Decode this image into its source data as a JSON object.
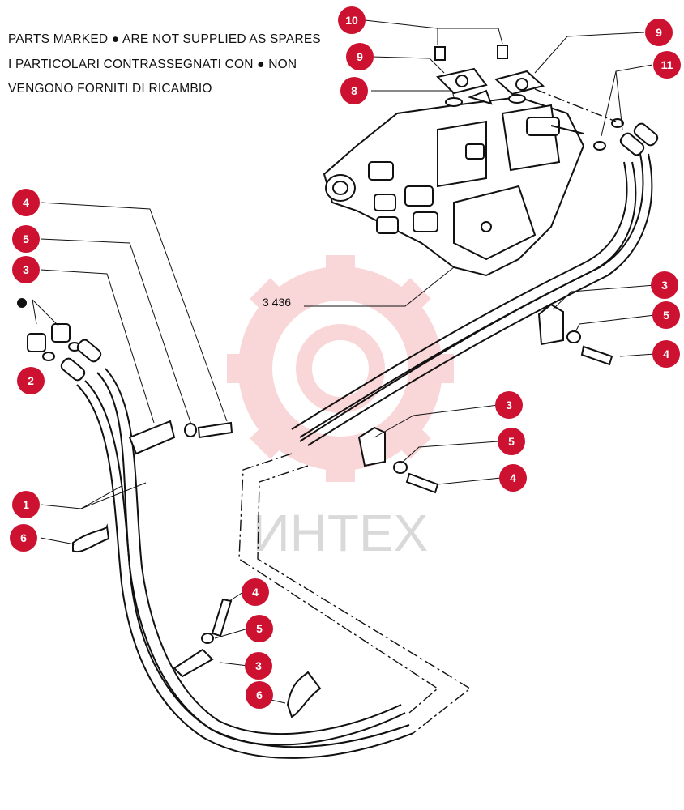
{
  "notes": {
    "line1": "PARTS MARKED ● ARE NOT SUPPLIED AS SPARES",
    "line2": "I  PARTICOLARI CONTRASSEGNATI CON  ●  NON",
    "line3": "VENGONO FORNITI DI RICAMBIO"
  },
  "reference": "3 436",
  "watermark": {
    "text": "ИНТЕХ",
    "color": "#e8474f"
  },
  "colors": {
    "badge": "#cc1230",
    "badge_text": "#ffffff",
    "line": "#111111"
  },
  "callouts": [
    {
      "num": "10"
    },
    {
      "num": "9"
    },
    {
      "num": "9"
    },
    {
      "num": "8"
    },
    {
      "num": "11"
    },
    {
      "num": "4"
    },
    {
      "num": "5"
    },
    {
      "num": "3"
    },
    {
      "num": "2"
    },
    {
      "num": "3"
    },
    {
      "num": "5"
    },
    {
      "num": "4"
    },
    {
      "num": "3"
    },
    {
      "num": "5"
    },
    {
      "num": "4"
    },
    {
      "num": "1"
    },
    {
      "num": "6"
    },
    {
      "num": "4"
    },
    {
      "num": "5"
    },
    {
      "num": "3"
    },
    {
      "num": "6"
    }
  ],
  "marker_icon": "filled-dot-icon"
}
